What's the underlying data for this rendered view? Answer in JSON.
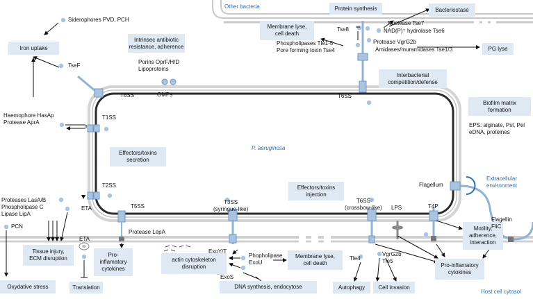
{
  "regions": {
    "other_bacteria": "Other bacteria",
    "extracellular": "Extracellular\nenvironment",
    "host_cytosol": "Host cell cytosol",
    "organism": "P. aeruginosa"
  },
  "boxes": {
    "iron_uptake": "Iron uptake",
    "intrinsic": "Intrinsec antibiotic\nresistance, adherence",
    "membrane_lyse_top": "Membrane lyse,\ncell death",
    "protein_synthesis": "Protein synthesis",
    "bacteriostase": "Bacteriostase",
    "pg_lyse": "PG lyse",
    "interbacterial": "Interbacterial\ncompetition/defense",
    "biofilm": "Biofilm matrix\nformation",
    "effectors_secretion": "Effectors/toxins\nsecretion",
    "effectors_injection": "Effectors/toxins\ninjection",
    "tissue_injury": "Tissue injury,\nECM disruption",
    "oxydative": "Oxydative stress",
    "pro_infl_left": "Pro-\ninflamatory\ncytokines",
    "translation": "Translation",
    "actin": "actin cytoskeleton\ndisruption",
    "membrane_lyse_bottom": "Membrane lyse,\ncell death",
    "dna_synthesis": "DNA synthesis, endocytose",
    "autophagy": "Autophagy",
    "cell_invasion": "Cell invasion",
    "motility": "Motility,\nadherence,\ninteraction",
    "pro_infl_right": "Pro-inflamatory\ncytokines"
  },
  "labels": {
    "siderophores": "Siderophores PVD, PCH",
    "tsef": "TseF",
    "porins": "Porins OprF/H/D\nLipoproteins",
    "omps": "OMPs",
    "t6ss_left": "T6SS",
    "haemophore": "Haemophore HasAp\nProtease AprA",
    "t1ss": "T1SS",
    "tse8": "Tse8",
    "nuclease": "Nuclease Tse7",
    "nad": "NAD(P)⁺ hydrolase Tse6",
    "phospholipases": "Phospholipases Tle1-5\nPore forming toxin Tse4",
    "protease_vgrg2b": "Protease VgrG2b",
    "amidases": "Amidases/muramidases Tse1/3",
    "t6ss_top": "T6SS",
    "biofilm_detail": "EPS: alginate, Psl, Pel\neDNA, proteines",
    "flagellum": "Flagellum",
    "t2ss": "T2SS",
    "proteases_left": "Proteases LasA/B\nPhospholipase C\nLipase LipA",
    "eta_top": "ETA",
    "pcn": "PCN",
    "t5ss": "T5SS",
    "protease_lepa": "Protease LepA",
    "t3ss": "T3SS\n(syringue-like)",
    "t6ss_bottom": "T6SS\n(crossbow-like)",
    "lps": "LPS",
    "t4p": "T4P",
    "eta_bottom": "ETA",
    "exoyt": "ExoY/T",
    "phospholipase_exou": "Phopholipase\nExoU",
    "exos": "ExoS",
    "tle4": "Tle4",
    "vgrg2b_tle5": "VgrG2b\nTle5",
    "flagellin": "Flagellin\nFliC"
  }
}
